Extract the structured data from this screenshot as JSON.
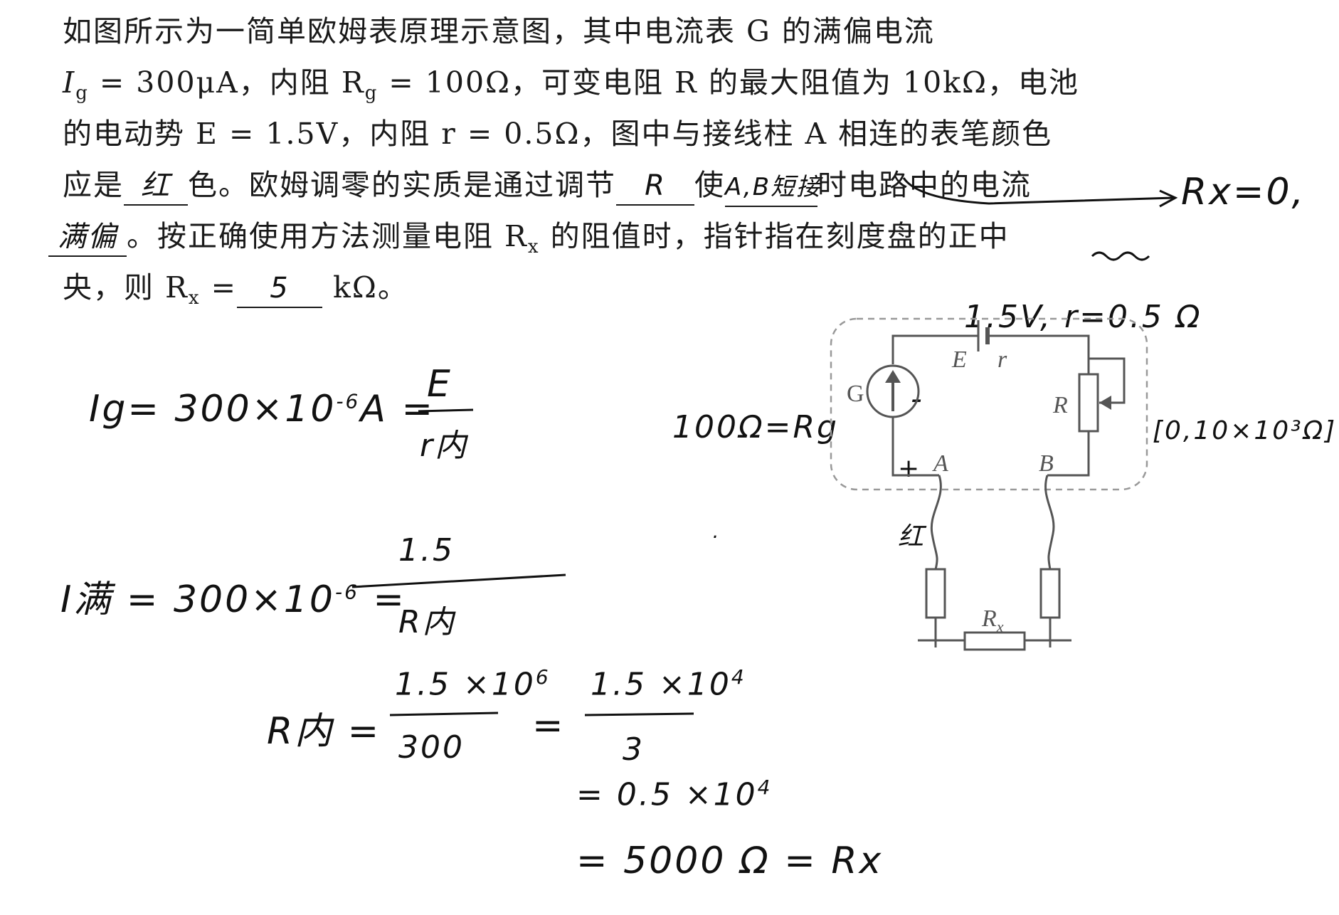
{
  "problem": {
    "line1": "如图所示为一简单欧姆表原理示意图，其中电流表 G 的满偏电流",
    "line2": "I",
    "line2_sub": "g",
    "line2_rest": " = 300μA，内阻 R",
    "line2_sub2": "g",
    "line2_rest2": " = 100Ω，可变电阻 R 的最大阻值为 10kΩ，电池",
    "line3": "的电动势 E = 1.5V，内阻 r = 0.5Ω，图中与接线柱 A 相连的表笔颜色",
    "line4_a": "应是",
    "line4_b": "色。欧姆调零的实质是通过调节",
    "line4_c": "使",
    "line4_d": "时电路中的电流",
    "line5_a": "。按正确使用方法测量电阻 R",
    "line5_sub": "x",
    "line5_b": " 的阻值时，指针指在刻度盘的正中",
    "line6_a": "央，则 R",
    "line6_sub": "x",
    "line6_b": " =",
    "line6_c": " kΩ。"
  },
  "answers": {
    "blank1": "红",
    "blank2": "R",
    "blank3": "A,B短接",
    "blank4": "满偏",
    "blank5": "5"
  },
  "annotations": {
    "rx_zero": "Rx=0,",
    "battery_note": "1.5V, r=0.5 Ω",
    "rg_note": "100Ω=Rg",
    "range_note": "[0,10×10³Ω]",
    "minus": "-",
    "plus": "+",
    "red": "红"
  },
  "circuit": {
    "labels": {
      "E": "E",
      "r": "r",
      "G": "G",
      "R": "R",
      "A": "A",
      "B": "B",
      "Rx": "R",
      "Rx_sub": "x"
    }
  },
  "calc": {
    "eq1_left": "Ig= 300×10",
    "eq1_exp": "-6",
    "eq1_mid": "A =",
    "eq1_num": "E",
    "eq1_den": "r内",
    "eq2_left": "I满 = 300×10",
    "eq2_exp": "-6",
    "eq2_mid": "=",
    "eq2_num": "1.5",
    "eq2_den": "R内",
    "eq3_left": "R内 =",
    "eq3_num": "1.5 ×10",
    "eq3_num_exp": "6",
    "eq3_den": "300",
    "eq3_mid": "=",
    "eq3_num2": "1.5 ×10",
    "eq3_num2_exp": "4",
    "eq3_den2": "3",
    "eq4": "= 0.5 ×10",
    "eq4_exp": "4",
    "eq5": "= 5000 Ω = Rx"
  }
}
